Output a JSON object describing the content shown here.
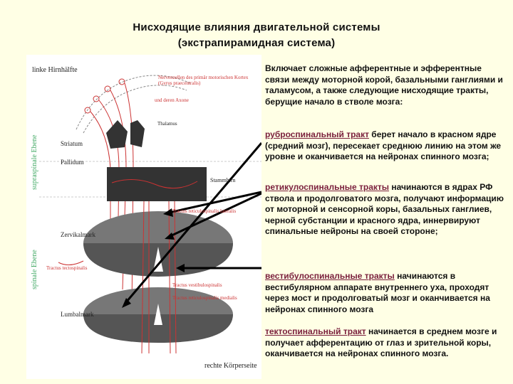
{
  "title": {
    "line1": "Нисходящие влияния двигательной системы",
    "line2": "(экстрапирамидная система)"
  },
  "intro": "Включает сложные афферентные и эфферентные связи между моторной корой, базальными ганглиями и таламусом, а также следующие нисходящие тракты, берущие начало в стволе мозга:",
  "tracts": [
    {
      "term": "руброспинальный тракт",
      "text": " берет начало в красном ядре (средний мозг), пересекает среднюю линию на этом же уровне и оканчивается на нейронах спинного мозга;"
    },
    {
      "term": "ретикулоспинальные тракты",
      "text": " начинаются в ядрах РФ ствола и продолговатого мозга, получают информацию от моторной и сенсорной коры, базальных ганглиев, черной субстанции и красного ядра, иннервируют спинальные нейроны на своей стороне;"
    },
    {
      "term": "вестибулоспинальные тракты",
      "text": " начинаются в вестибулярном аппарате внутреннего уха, проходят через мост и продолговатый мозг и оканчивается на нейронах спинного мозга"
    },
    {
      "term": "тектоспинальный тракт",
      "text": " начинается в среднем мозге и получает афферентацию от глаз и зрительной коры, оканчивается на нейронах спинного мозга."
    }
  ],
  "figure": {
    "linke": "linke Hirnhälfte",
    "rechte": "rechte Körperseite",
    "supraspinale": "supraspinale Ebene",
    "spinale": "spinale Ebene",
    "striatum": "Striatum",
    "pallidum": "Pallidum",
    "thalamus": "Thalamus",
    "stammhirn": "Stammhirn",
    "zervikal": "Zervikalmark",
    "lumbal": "Lumbalmark",
    "cortex_label": "Nervenzellen des primär motorischen Kortex (Gyrus praecentralis)",
    "axone": "und deren Axone",
    "tr_lateralis": "Tractus reticulospinalis lateralis",
    "tr_vestibulo": "Tractus vestibulospinalis",
    "tr_tecto": "Tractus tectospinalis",
    "tr_medialis": "Tractus reticulospinalis medialis"
  },
  "colors": {
    "accent_term": "#7a1f3c",
    "tract_red": "#cc3333",
    "slice_grey": "#777777"
  }
}
